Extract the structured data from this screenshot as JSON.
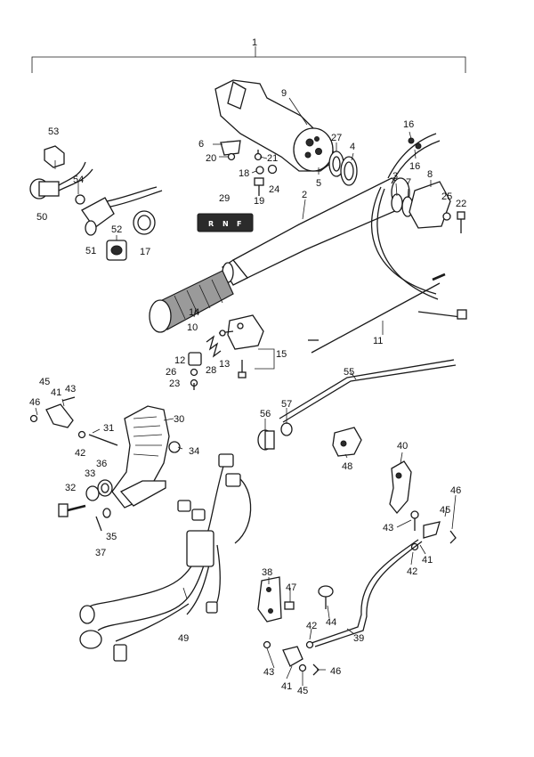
{
  "callouts": {
    "c1": "1",
    "c2": "2",
    "c3": "3",
    "c4": "4",
    "c5": "5",
    "c6": "6",
    "c7": "7",
    "c8": "8",
    "c9": "9",
    "c10": "10",
    "c11": "11",
    "c12": "12",
    "c13": "13",
    "c14": "14",
    "c15": "15",
    "c16a": "16",
    "c16b": "16",
    "c17": "17",
    "c18": "18",
    "c19": "19",
    "c20": "20",
    "c21": "21",
    "c22": "22",
    "c23": "23",
    "c24": "24",
    "c25": "25",
    "c26": "26",
    "c27": "27",
    "c28": "28",
    "c29": "29",
    "c30": "30",
    "c31": "31",
    "c32": "32",
    "c33": "33",
    "c34": "34",
    "c35": "35",
    "c36": "36",
    "c37": "37",
    "c38": "38",
    "c39": "39",
    "c40": "40",
    "c41a": "41",
    "c41b": "41",
    "c41c": "41",
    "c42a": "42",
    "c42b": "42",
    "c42c": "42",
    "c43a": "43",
    "c43b": "43",
    "c43c": "43",
    "c44": "44",
    "c45a": "45",
    "c45b": "45",
    "c45c": "45",
    "c46a": "46",
    "c46b": "46",
    "c46c": "46",
    "c47": "47",
    "c48": "48",
    "c49": "49",
    "c50": "50",
    "c51": "51",
    "c52": "52",
    "c53": "53",
    "c54": "54",
    "c55": "55",
    "c56": "56",
    "c57": "57"
  },
  "shift_plate": {
    "r": "R",
    "n": "N",
    "f": "F"
  }
}
